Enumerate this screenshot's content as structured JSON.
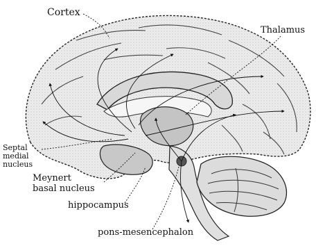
{
  "labels": {
    "cortex": "Cortex",
    "thalamus": "Thalamus",
    "septal_line1": "Septal",
    "septal_line2": "medial",
    "septal_line3": "nucleus",
    "meynert_line1": "Meynert",
    "meynert_line2": "basal nucleus",
    "hippocampus": "hippocampus",
    "pons": "pons-mesencephalon"
  },
  "colors": {
    "ink": "#111111",
    "tissue": "#ededed",
    "shade": "#b8b8b8",
    "dark": "#555555"
  }
}
